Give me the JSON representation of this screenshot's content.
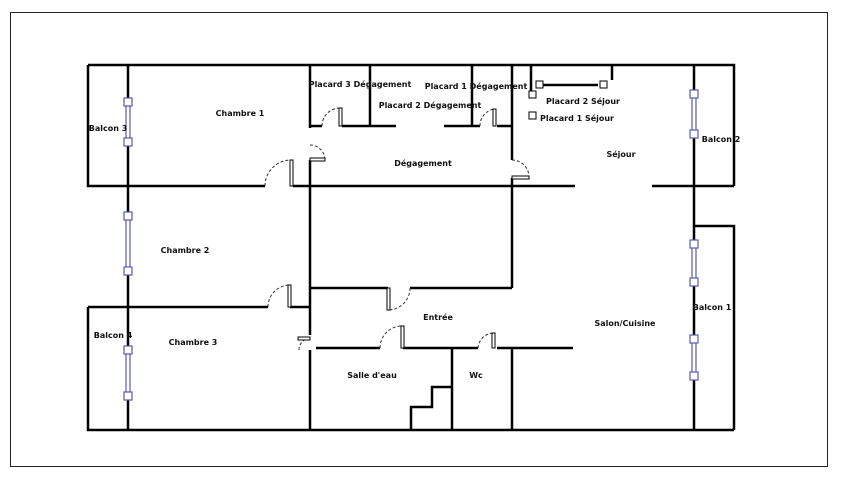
{
  "rooms": {
    "chambre1": "Chambre 1",
    "chambre2": "Chambre 2",
    "chambre3": "Chambre 3",
    "balcon1": "Balcon 1",
    "balcon2": "Balcon 2",
    "balcon3": "Balcon 3",
    "balcon4": "Balcon 4",
    "placard1_deg": "Placard 1 Dégagement",
    "placard2_deg": "Placard 2 Dégagement",
    "placard3_deg": "Placard 3 Dégagement",
    "placard1_sej": "Placard 1 Séjour",
    "placard2_sej": "Placard 2 Séjour",
    "sejour": "Séjour",
    "degagement": "Dégagement",
    "entree": "Entrée",
    "salon": "Salon/Cuisine",
    "salle_eau": "Salle d'eau",
    "wc": "Wc"
  },
  "colors": {
    "wall": "#000000",
    "window": "#5a5ab0"
  }
}
